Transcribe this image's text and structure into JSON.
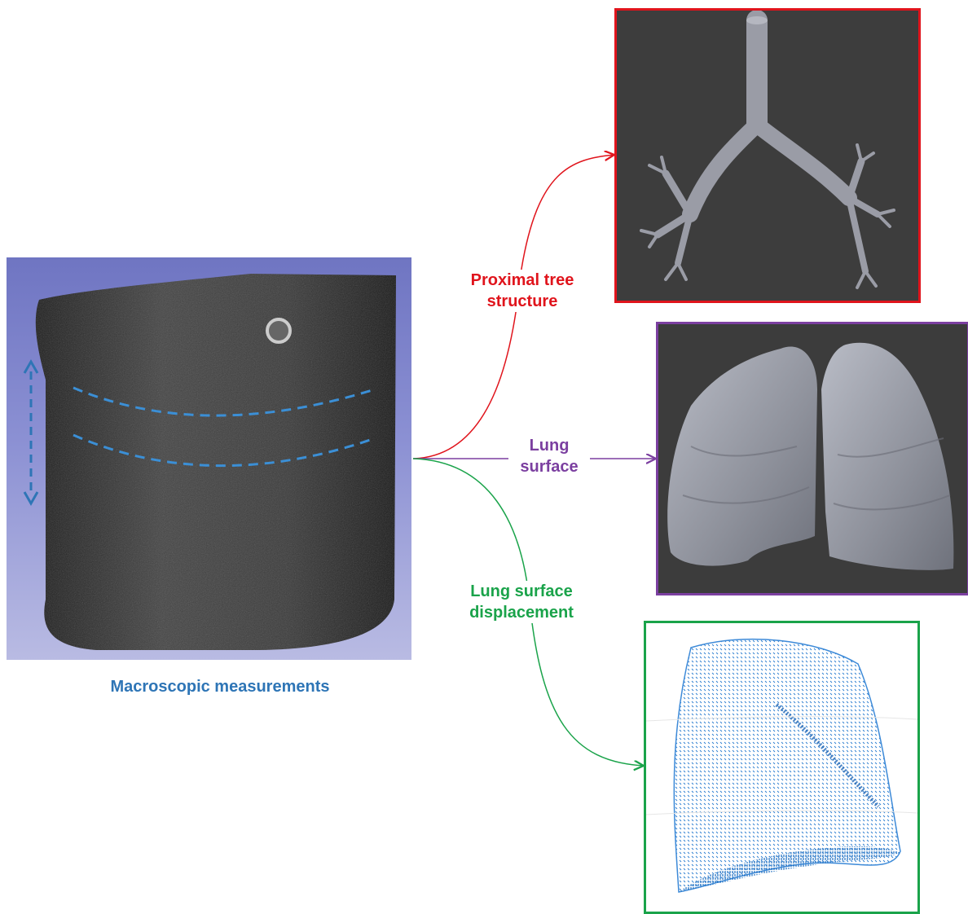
{
  "figure": {
    "caption": "Macroscopic measurements",
    "branches": [
      {
        "label_line1": "Proximal tree",
        "label_line2": "structure",
        "color": "#e0141c"
      },
      {
        "label_line1": "Lung",
        "label_line2": "surface",
        "color": "#7b3fa0"
      },
      {
        "label_line1": "Lung surface",
        "label_line2": "displacement",
        "color": "#1aa34a"
      }
    ],
    "accent_color": "#2e75b6",
    "icons": {
      "torso": "torso-ct-render",
      "tree": "airway-tree-render",
      "lungs": "lung-surface-render",
      "displacement": "displacement-vector-field",
      "motion": "double-arrow-vertical-icon"
    }
  }
}
